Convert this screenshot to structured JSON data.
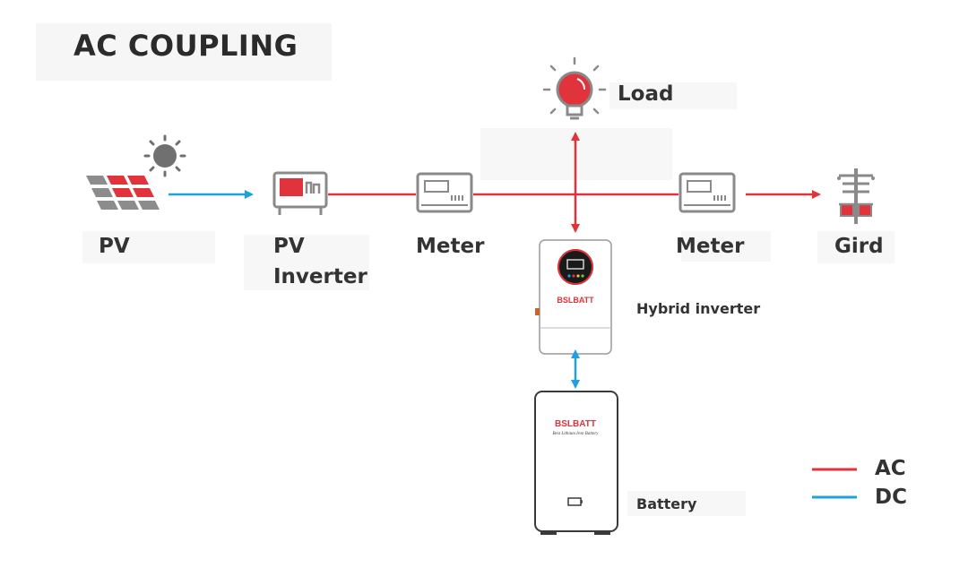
{
  "title": "AC COUPLING",
  "nodes": {
    "pv": "PV",
    "pv_inverter_line1": "PV",
    "pv_inverter_line2": "Inverter",
    "meter_left": "Meter",
    "meter_right": "Meter",
    "grid": "Gird",
    "load": "Load",
    "hybrid_inverter": "Hybrid inverter",
    "battery": "Battery"
  },
  "brand": {
    "inverter_logo": "BSLBATT",
    "battery_logo": "BSLBATT",
    "battery_tagline": "Best Lithium Iron Battery"
  },
  "legend": {
    "ac": "AC",
    "dc": "DC"
  },
  "colors": {
    "ac": "#e0333b",
    "dc": "#1fa0e0",
    "device_outline": "#9a9a9a",
    "panel_red": "#e0333b",
    "panel_gray": "#8c8c8c",
    "sun": "#707070"
  }
}
